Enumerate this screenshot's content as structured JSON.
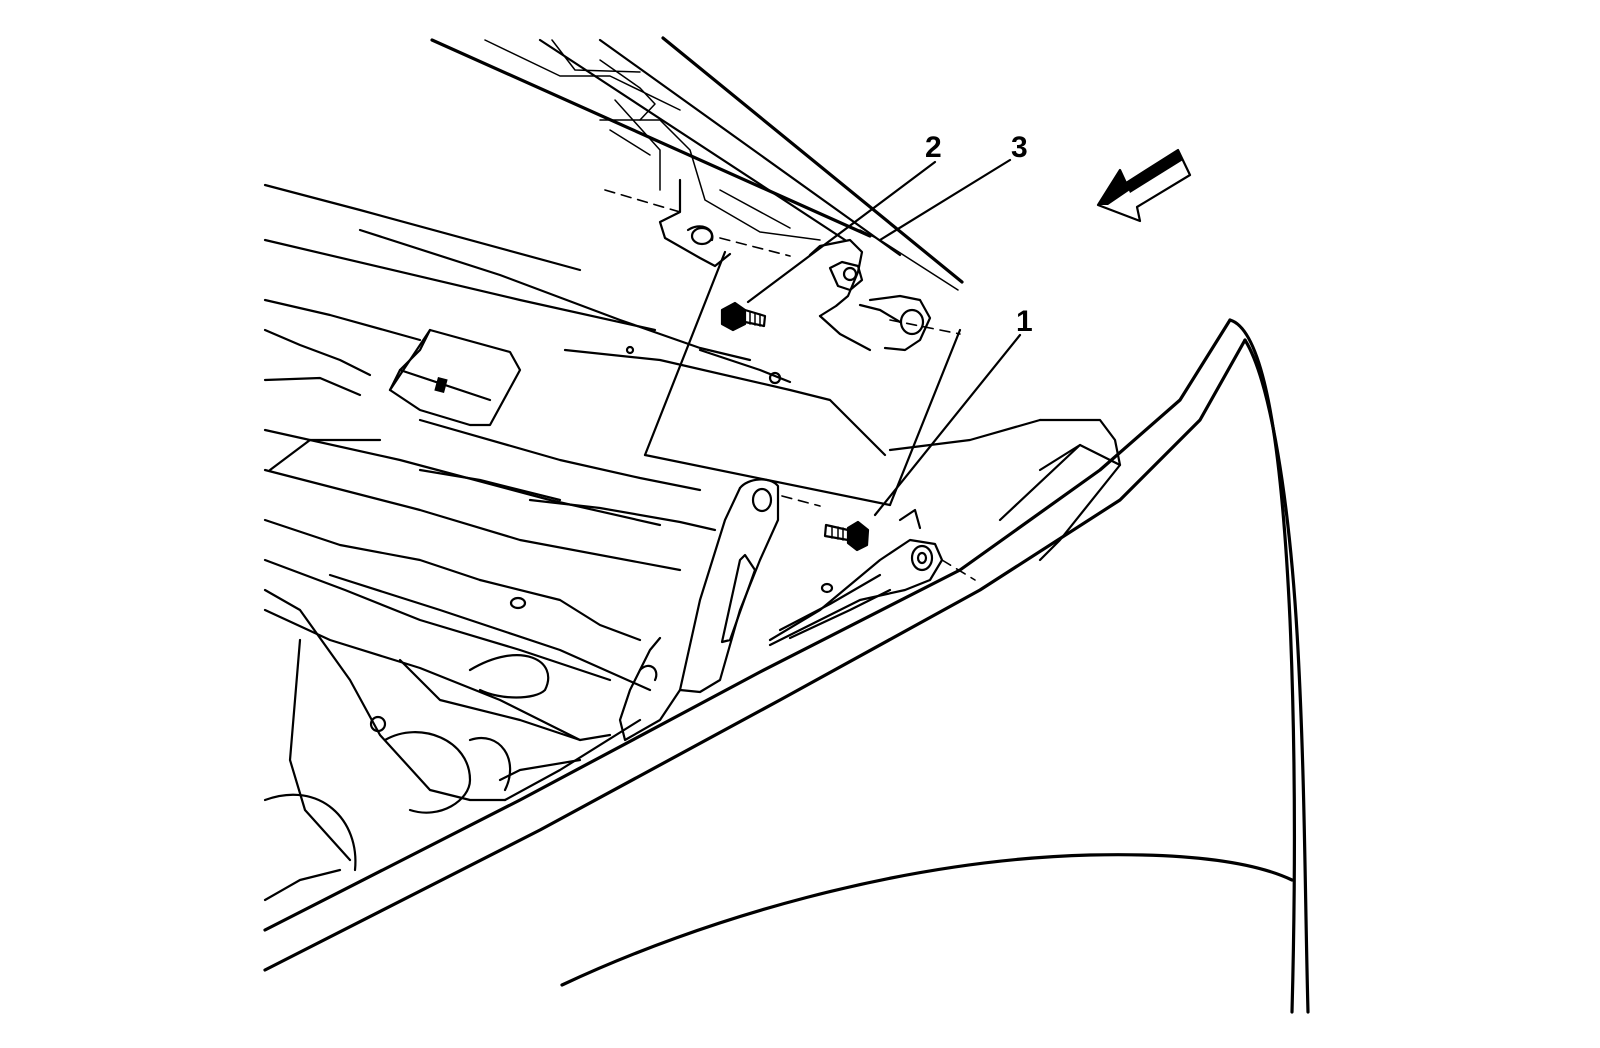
{
  "diagram": {
    "callouts": [
      {
        "id": "1",
        "label": "1"
      },
      {
        "id": "2",
        "label": "2"
      },
      {
        "id": "3",
        "label": "3"
      }
    ],
    "direction_indicator": "arrow-icon",
    "colors": {
      "line": "#000000",
      "background": "#ffffff"
    }
  }
}
